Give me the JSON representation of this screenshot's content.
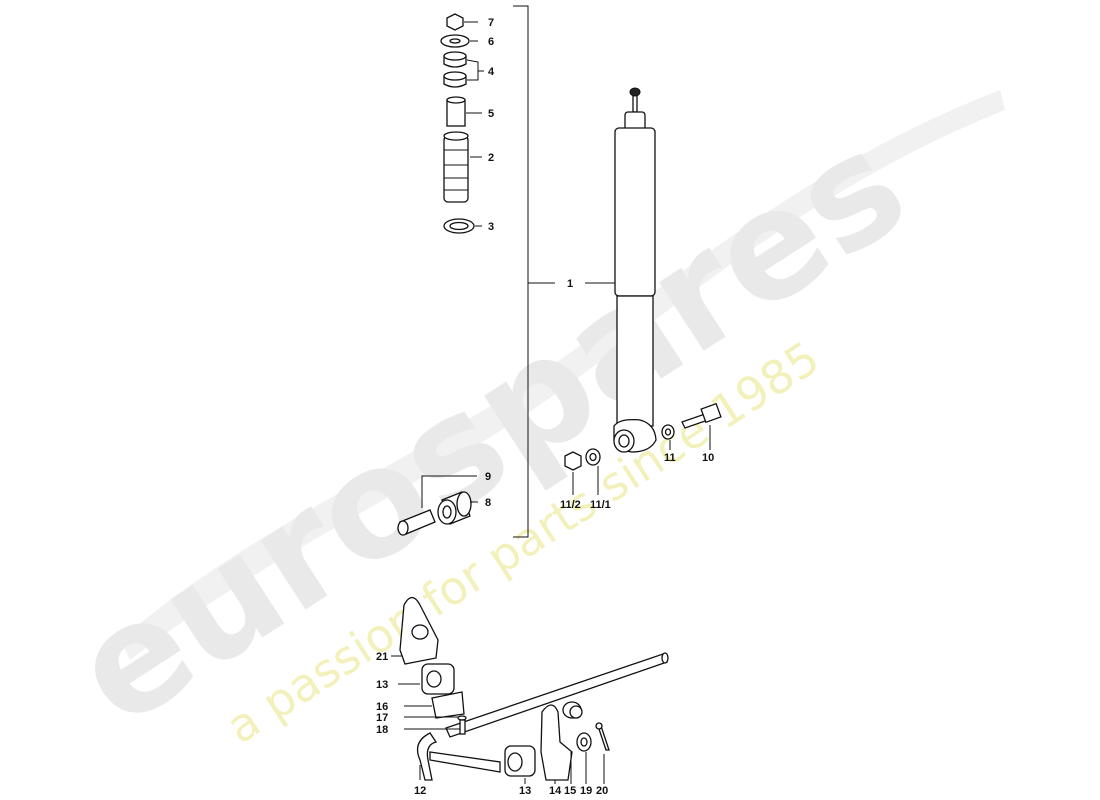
{
  "watermark": {
    "brand": "eurospares",
    "tagline": "a passion for parts since 1985",
    "brand_color": "#e6e6e6",
    "tagline_color": "#f2efb0"
  },
  "callouts": {
    "p1": "1",
    "p2": "2",
    "p3": "3",
    "p4": "4",
    "p5": "5",
    "p6": "6",
    "p7": "7",
    "p8": "8",
    "p9": "9",
    "p10": "10",
    "p11": "11",
    "p11_1": "11/1",
    "p11_2": "11/2",
    "p12": "12",
    "p13a": "13",
    "p13b": "13",
    "p14": "14",
    "p15": "15",
    "p16": "16",
    "p17": "17",
    "p18": "18",
    "p19": "19",
    "p20": "20",
    "p21": "21"
  }
}
